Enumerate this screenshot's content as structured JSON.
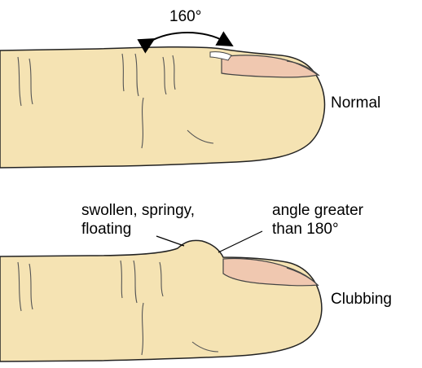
{
  "colors": {
    "skin": "#f5e3b3",
    "nail": "#f0c8b0",
    "crease": "#555555",
    "outline": "#222222"
  },
  "normal": {
    "angle_label": "160°",
    "caption": "Normal"
  },
  "clubbing": {
    "swelling_label_line1": "swollen, springy,",
    "swelling_label_line2": "floating",
    "angle_label_line1": "angle greater",
    "angle_label_line2": "than 180°",
    "caption": "Clubbing"
  }
}
